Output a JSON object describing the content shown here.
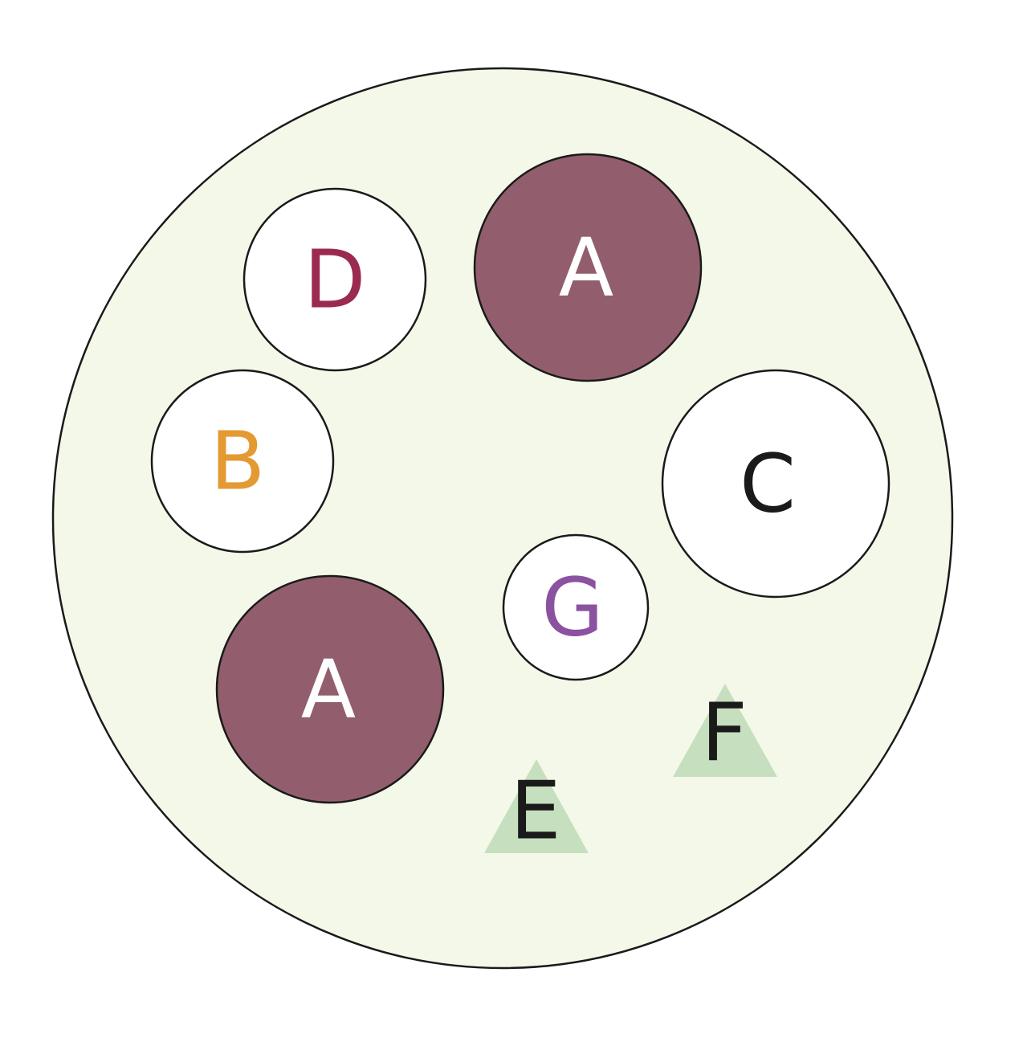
{
  "colors": {
    "outer_fill": "#f4f8e8",
    "outer_stroke": "#1a1a1a",
    "dark_fill": "#925e6d",
    "light_fill": "#ffffff",
    "triangle_fill": "#c6dfbe"
  },
  "shapes": [
    {
      "id": "A-top",
      "shape": "circle",
      "label": "A",
      "fill": "#925e6d",
      "label_color": "#ffffff"
    },
    {
      "id": "D",
      "shape": "circle",
      "label": "D",
      "fill": "#ffffff",
      "label_color": "#9b2a52"
    },
    {
      "id": "B",
      "shape": "circle",
      "label": "B",
      "fill": "#ffffff",
      "label_color": "#e49a32"
    },
    {
      "id": "C",
      "shape": "circle",
      "label": "C",
      "fill": "#ffffff",
      "label_color": "#1a1a1a"
    },
    {
      "id": "G",
      "shape": "circle",
      "label": "G",
      "fill": "#ffffff",
      "label_color": "#8a52a0"
    },
    {
      "id": "A-bottom",
      "shape": "circle",
      "label": "A",
      "fill": "#925e6d",
      "label_color": "#ffffff"
    },
    {
      "id": "F",
      "shape": "triangle",
      "label": "F",
      "fill": "#c6dfbe",
      "label_color": "#1a1a1a"
    },
    {
      "id": "E",
      "shape": "triangle",
      "label": "E",
      "fill": "#c6dfbe",
      "label_color": "#1a1a1a"
    }
  ]
}
